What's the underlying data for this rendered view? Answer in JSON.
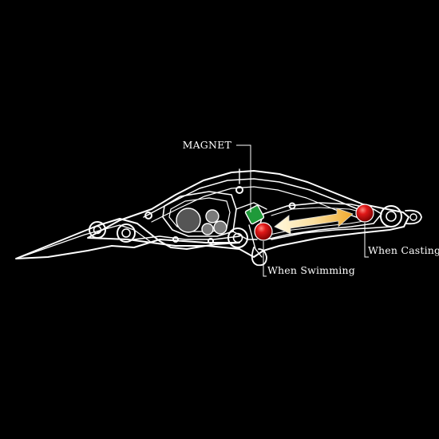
{
  "diagram": {
    "subject": "lure-weight-transfer-cutaway",
    "labels": {
      "magnet": "MAGNET",
      "when_swimming": "When Swimming",
      "when_casting": "When Casting"
    },
    "colors": {
      "background": "#000000",
      "outline": "#ffffff",
      "weight_ball": "#cc1111",
      "magnet": "#1f9a3a",
      "arrow_start": "#fff6d6",
      "arrow_end": "#f2ad2e",
      "tungsten_balls": "#6a6a6a"
    },
    "icons": {
      "movement": "double-arrow-icon",
      "weight": "weight-ball-icon",
      "magnet": "magnet-icon"
    }
  }
}
